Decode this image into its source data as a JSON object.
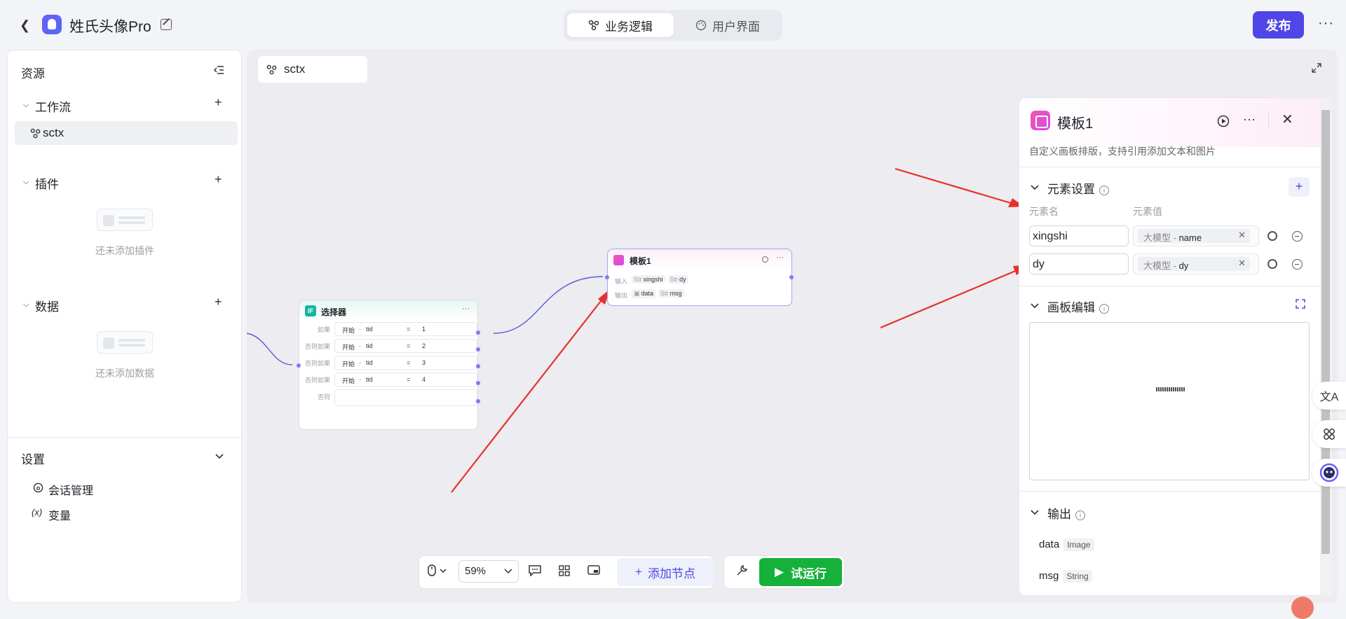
{
  "header": {
    "back_icon": "chevron-left-icon",
    "app_title": "姓氏头像Pro",
    "tabs": [
      {
        "label": "业务逻辑",
        "active": true
      },
      {
        "label": "用户界面",
        "active": false
      }
    ],
    "publish_label": "发布",
    "more_label": "···"
  },
  "sidebar": {
    "title": "资源",
    "sections": {
      "workflow": {
        "label": "工作流",
        "items": [
          "sctx"
        ]
      },
      "plugin": {
        "label": "插件",
        "empty": "还未添加插件"
      },
      "data": {
        "label": "数据",
        "empty": "还未添加数据"
      }
    },
    "settings": {
      "label": "设置",
      "items": [
        {
          "label": "会话管理"
        },
        {
          "label": "变量",
          "icon_text": "(x)"
        }
      ]
    }
  },
  "canvas": {
    "tab_label": "sctx",
    "selector_node": {
      "icon_text": "IF",
      "title": "选择器",
      "more": "···",
      "rows": [
        {
          "label": "如果",
          "left": "开始",
          "var": "tid",
          "op": "=",
          "value": "1"
        },
        {
          "label": "否则如果",
          "left": "开始",
          "var": "tid",
          "op": "=",
          "value": "2"
        },
        {
          "label": "否则如果",
          "left": "开始",
          "var": "tid",
          "op": "=",
          "value": "3"
        },
        {
          "label": "否则如果",
          "left": "开始",
          "var": "tid",
          "op": "=",
          "value": "4"
        },
        {
          "label": "否则"
        }
      ]
    },
    "template_node": {
      "title": "模板1",
      "more": "···",
      "input_label": "输入",
      "inputs": [
        {
          "type": "Str",
          "name": "xingshi"
        },
        {
          "type": "Str",
          "name": "dy"
        }
      ],
      "output_label": "输出",
      "outputs": [
        {
          "type": "img",
          "name": "data"
        },
        {
          "type": "Str",
          "name": "msg"
        }
      ]
    }
  },
  "panel": {
    "title": "模板1",
    "description": "自定义画板排版，支持引用添加文本和图片",
    "elements_title": "元素设置",
    "col_name": "元素名",
    "col_value": "元素值",
    "elements": [
      {
        "name": "xingshi",
        "source": "大模型",
        "var": "name"
      },
      {
        "name": "dy",
        "source": "大模型",
        "var": "dy"
      }
    ],
    "board_title": "画板编辑",
    "output_title": "输出",
    "outputs": [
      {
        "name": "data",
        "type": "Image"
      },
      {
        "name": "msg",
        "type": "String"
      }
    ]
  },
  "toolbar": {
    "zoom": "59%",
    "add_node_label": "添加节点",
    "run_label": "试运行"
  },
  "colors": {
    "accent": "#4f46e5",
    "run": "#16b13a",
    "arrow": "#e8302a"
  }
}
